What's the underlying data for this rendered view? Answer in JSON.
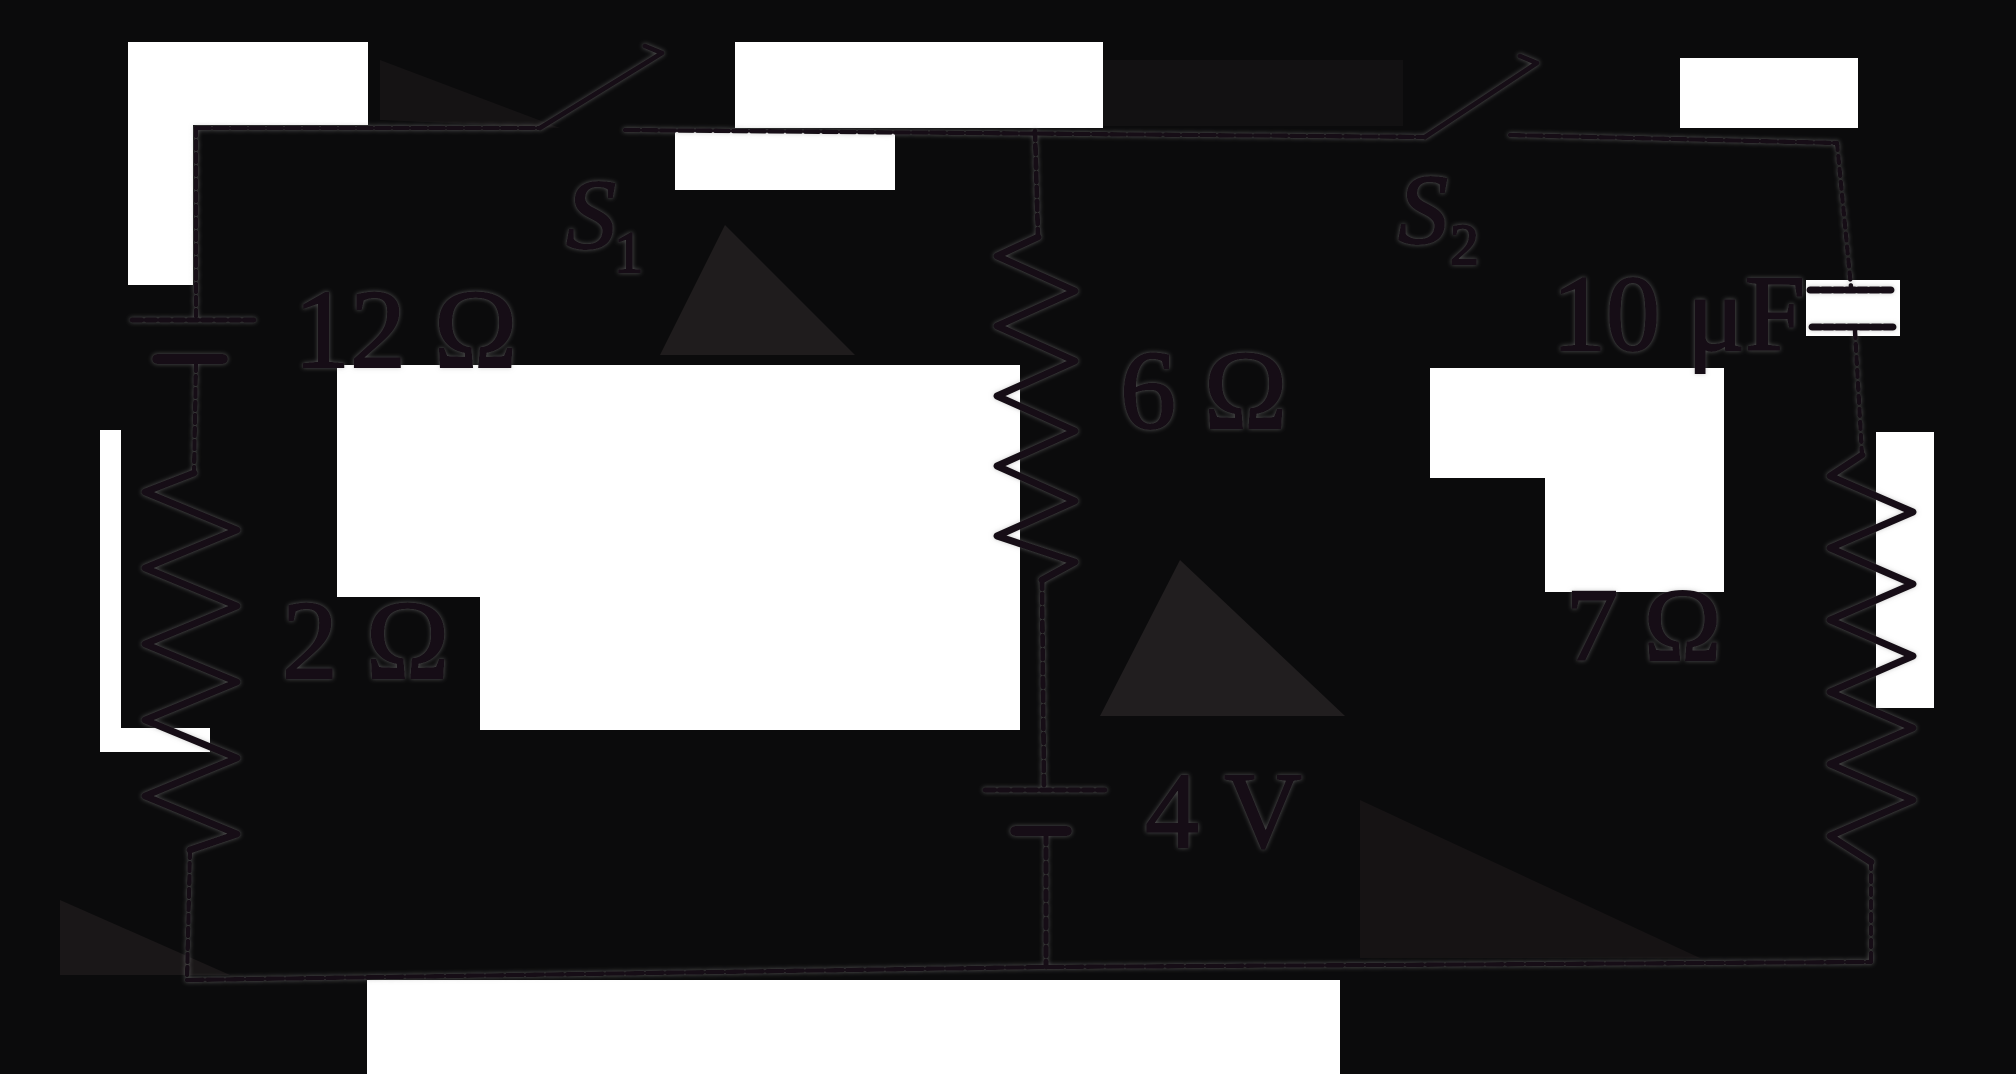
{
  "figure": {
    "type": "electrical-circuit-diagram",
    "ink_color": "#141013",
    "background_color": "#0b0b0c",
    "paper_color": "#ffffff",
    "components": {
      "switch_s1": {
        "name": "S",
        "sub": "1"
      },
      "switch_s2": {
        "name": "S",
        "sub": "2"
      },
      "left_battery_label": "12 Ω",
      "left_resistor_label": "2 Ω",
      "middle_resistor_label": "6 Ω",
      "middle_battery_label": "4 V",
      "capacitor_label": "10 μF",
      "right_resistor_label": "7 Ω"
    }
  }
}
